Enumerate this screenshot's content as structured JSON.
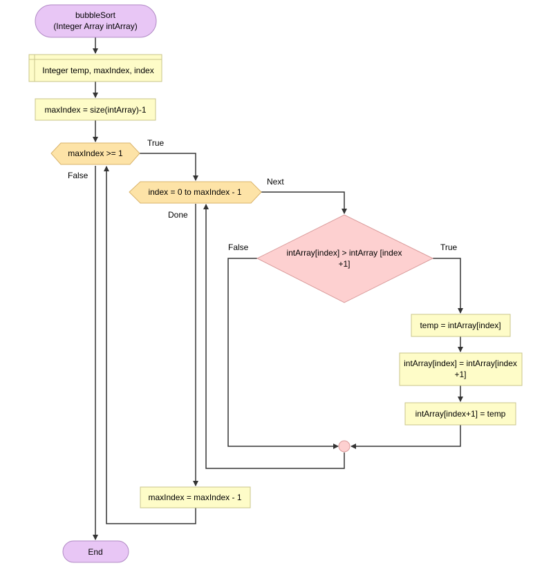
{
  "colors": {
    "terminal_fill": "#e8c6f5",
    "terminal_stroke": "#b089c4",
    "process_fill": "#fefcc8",
    "process_stroke": "#c8c48a",
    "loop_fill": "#fde3a7",
    "loop_stroke": "#d9b36a",
    "decision_fill": "#fdd0d0",
    "decision_stroke": "#d99a9a",
    "connector_fill": "#fdd0d0",
    "line": "#333333"
  },
  "flowchart": {
    "start": {
      "line1": "bubbleSort",
      "line2": "(Integer Array intArray)"
    },
    "declare": "Integer temp, maxIndex, index",
    "assign_max": "maxIndex = size(intArray)-1",
    "while_cond": "maxIndex >= 1",
    "while_true": "True",
    "while_false": "False",
    "for_loop": "index = 0 to maxIndex - 1",
    "for_next": "Next",
    "for_done": "Done",
    "if_cond": {
      "line1": "intArray[index] > intArray [index",
      "line2": "+1]"
    },
    "if_false": "False",
    "if_true": "True",
    "swap1": "temp = intArray[index]",
    "swap2": {
      "line1": "intArray[index] = intArray[index",
      "line2": "+1]"
    },
    "swap3": "intArray[index+1] = temp",
    "decrement": "maxIndex = maxIndex - 1",
    "end": "End"
  }
}
